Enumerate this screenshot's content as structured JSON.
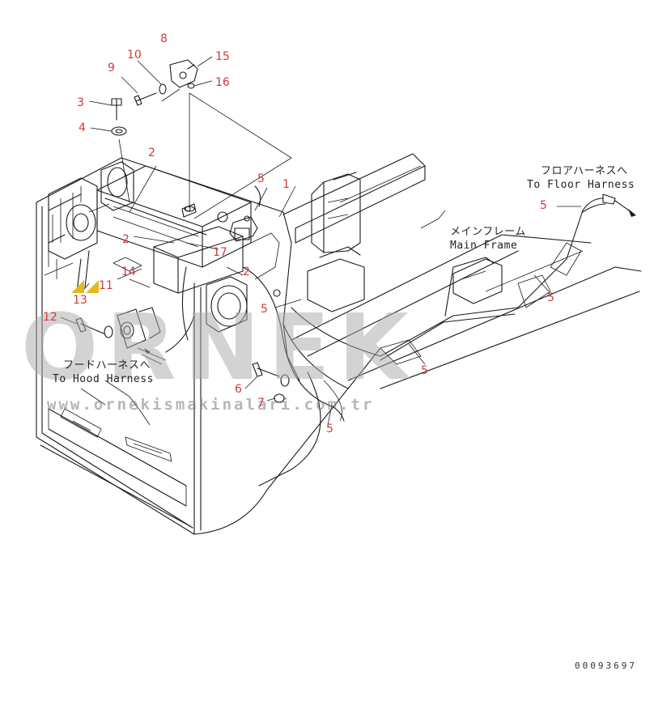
{
  "diagram": {
    "part_numbers": [
      "1",
      "2",
      "2",
      "2",
      "3",
      "4",
      "5",
      "5",
      "5",
      "5",
      "5",
      "5",
      "6",
      "7",
      "8",
      "9",
      "10",
      "11",
      "12",
      "13",
      "14",
      "15",
      "16",
      "17"
    ],
    "notes": {
      "floor_harness_jp": "フロアハーネスへ",
      "floor_harness_en": "To Floor Harness",
      "main_frame_jp": "メインフレーム",
      "main_frame_en": "Main Frame",
      "hood_harness_jp": "フードハーネスへ",
      "hood_harness_en": "To Hood Harness"
    },
    "drawing_number": "00093697"
  },
  "watermark": {
    "brand": "ORNEK",
    "url": "www.ornekismakinalari.com.tr"
  },
  "colors": {
    "callout": "#d23a3a",
    "line": "#1a1a1a",
    "watermark": "#a9a9a9",
    "accent_triangles": "#e8b824"
  }
}
